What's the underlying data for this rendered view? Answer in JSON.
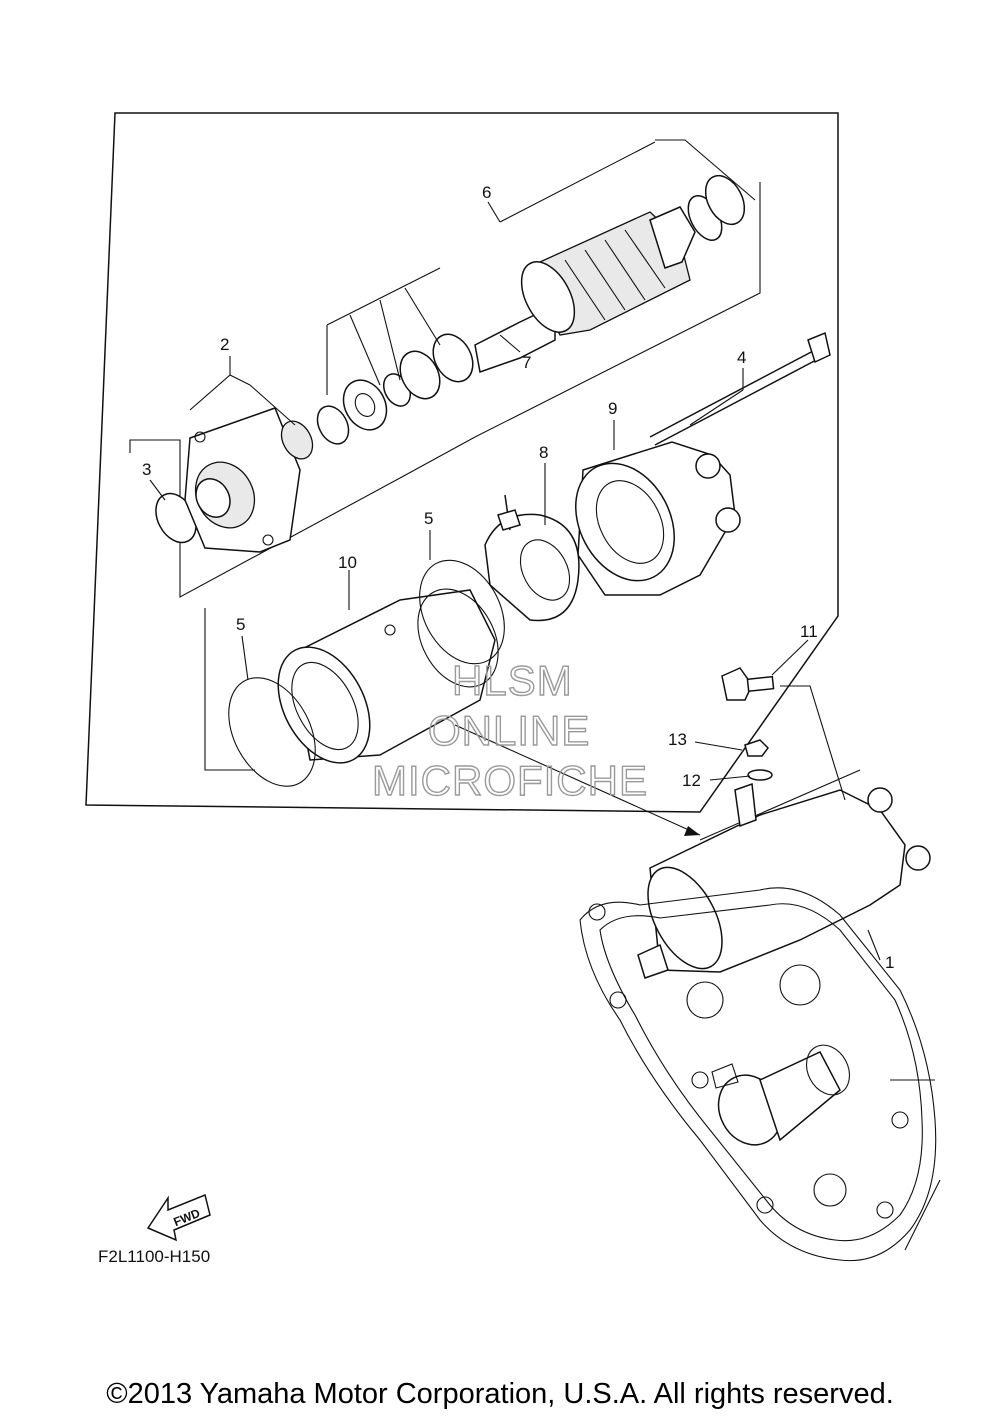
{
  "diagram": {
    "callouts": {
      "c1": "1",
      "c2": "2",
      "c3": "3",
      "c4": "4",
      "c5a": "5",
      "c5b": "5",
      "c6": "6",
      "c7": "7",
      "c8": "8",
      "c9": "9",
      "c10": "10",
      "c11": "11",
      "c12": "12",
      "c13": "13"
    },
    "fwd_label": "FWD",
    "figure_code": "F2L1100-H150",
    "watermark": {
      "line1": "HLSM",
      "line2": "ONLINE",
      "line3": "MICROFICHE"
    }
  },
  "footer": {
    "copyright": "©2013 Yamaha Motor Corporation, U.S.A. All rights reserved."
  }
}
